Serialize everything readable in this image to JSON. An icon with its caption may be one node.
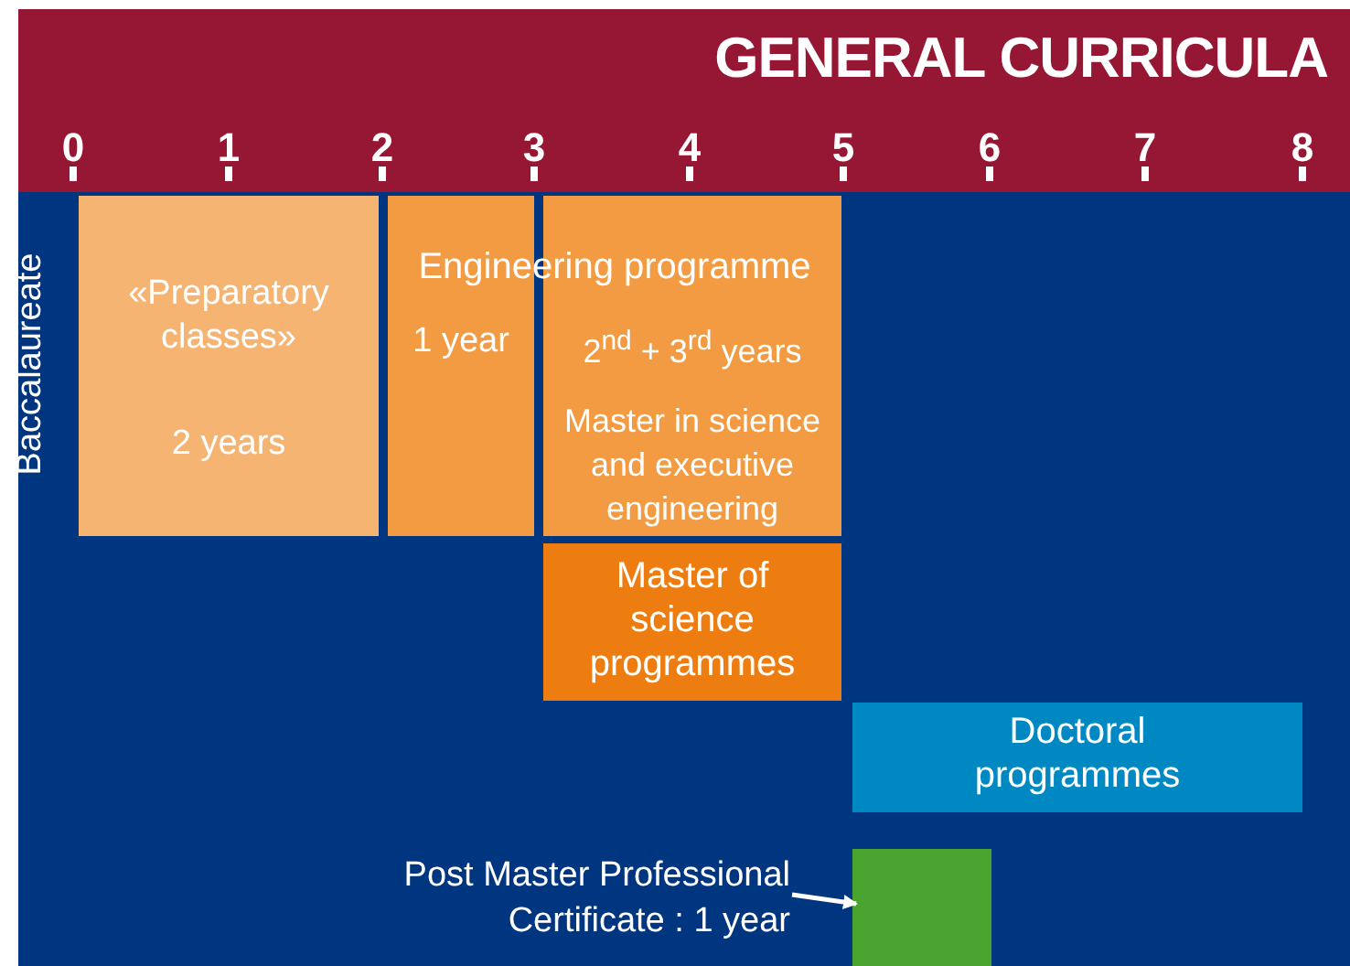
{
  "diagram": {
    "title": "GENERAL CURRICULA",
    "nodes": [
      {
        "text": [
          "«Preparatory classes»",
          "2 years"
        ]
      },
      {
        "text": [
          "1 year"
        ]
      },
      {
        "text": [
          "2$^{nd}$ + 3$^{rd}$ years",
          "Master in science and executive engineering"
        ]
      },
      {
        "text": [
          "Master of science programmes"
        ]
      },
      {
        "text": [
          "Doctoral programmes"
        ]
      },
      {
        "text": [
          "Post Master Professional Certificate : 1 year"
        ]
      },
      {
        "text": [],
        "shape": "box"
      }
    ],
    "edges": [
      {
        "from": 5,
        "to": 6,
        "arrow": "to"
      }
    ],
    "labels": [
      "0",
      "1",
      "2",
      "3",
      "4",
      "5",
      "6",
      "7",
      "8",
      "Baccalaureate",
      "Engineering programme"
    ]
  }
}
